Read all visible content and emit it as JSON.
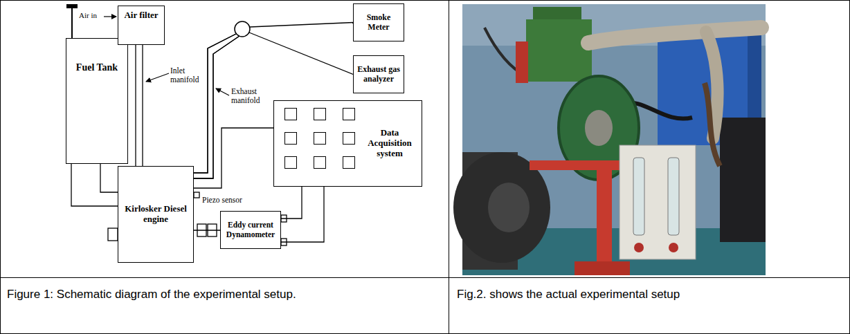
{
  "diagram": {
    "nodes": [
      {
        "text": [
          "Fuel Tank"
        ]
      },
      {
        "text": [
          "Air filter"
        ]
      },
      {
        "text": [
          "Kirlosker Diesel engine"
        ]
      },
      {
        "text": [
          "Smoke Meter"
        ]
      },
      {
        "text": [
          "Exhaust gas analyzer"
        ]
      },
      {
        "text": [
          "Data Acquisition system"
        ]
      },
      {
        "text": [
          "Eddy current Dynamometer"
        ]
      }
    ],
    "edges": [
      {
        "from": 0,
        "to": 2,
        "arrow": "none"
      },
      {
        "from": 0,
        "to": 2,
        "arrow": "none"
      },
      {
        "from": 1,
        "to": 2,
        "arrow": "none"
      },
      {
        "from": 2,
        "to": 3,
        "arrow": "none"
      },
      {
        "from": 2,
        "to": 4,
        "arrow": "none"
      },
      {
        "from": 2,
        "to": 5,
        "arrow": "none"
      },
      {
        "from": 2,
        "to": 6,
        "arrow": "none"
      },
      {
        "from": 6,
        "to": 5,
        "arrow": "none"
      },
      {
        "from": 6,
        "to": 5,
        "arrow": "none"
      }
    ],
    "labels": [
      "Air in",
      "Inlet manifold",
      "Exhaust manifold",
      "Piezo sensor",
      "Figure 1: Schematic diagram of the experimental setup.",
      "Fig.2. shows the actual experimental setup"
    ]
  }
}
